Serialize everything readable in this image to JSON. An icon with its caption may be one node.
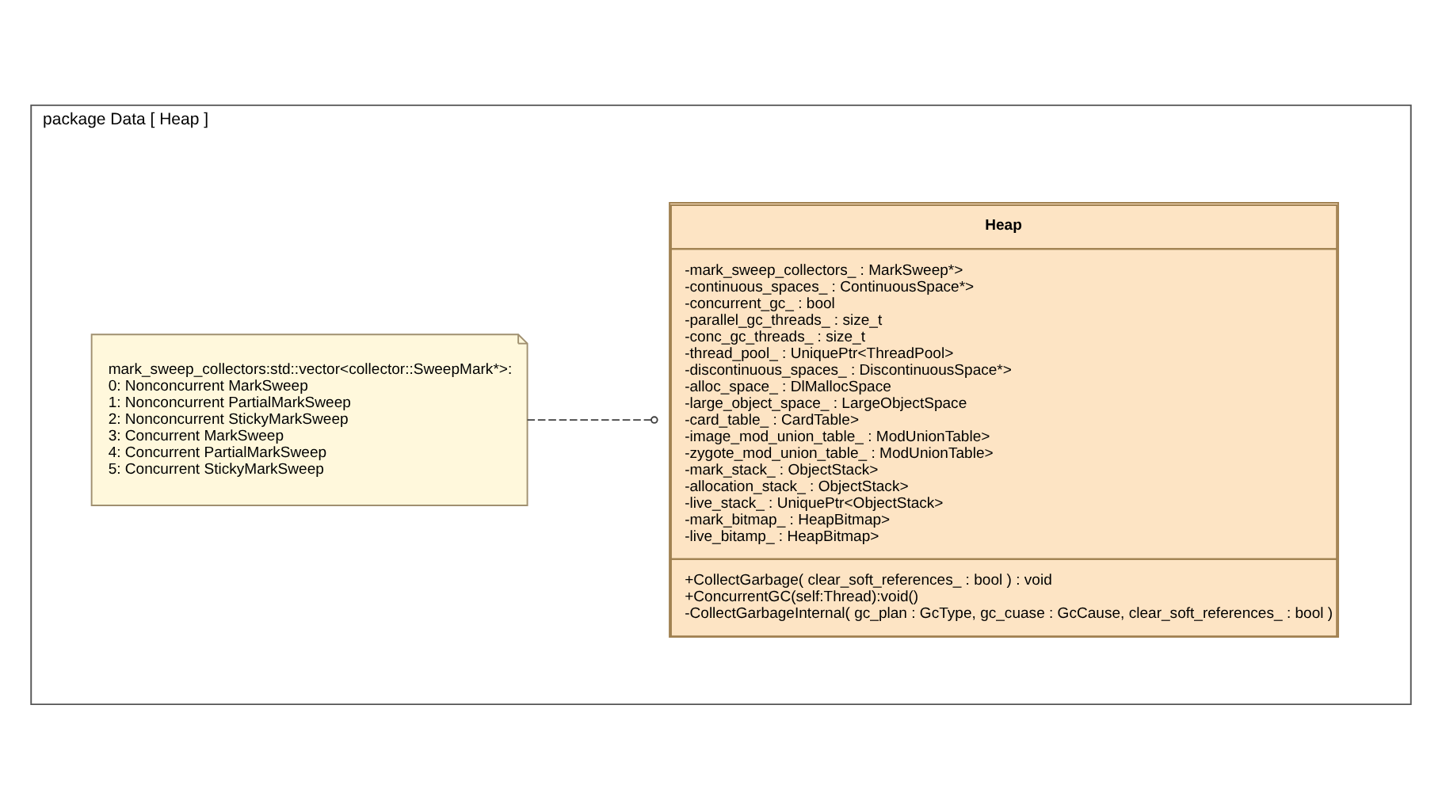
{
  "diagram": {
    "nodes": [
      {
        "text": [
          "package Data [ Heap ]"
        ]
      },
      {
        "text": [
          "Heap",
          "-mark_sweep_collectors_ : MarkSweep*>",
          "-continuous_spaces_ : ContinuousSpace*>",
          "-concurrent_gc_ : bool",
          "-parallel_gc_threads_ : size_t",
          "-conc_gc_threads_ : size_t",
          "-thread_pool_ : UniquePtr<ThreadPool>",
          "-discontinuous_spaces_ : DiscontinuousSpace*>",
          "-alloc_space_ : DlMallocSpace",
          "-large_object_space_ : LargeObjectSpace",
          "-card_table_ : CardTable>",
          "-image_mod_union_table_ : ModUnionTable>",
          "-zygote_mod_union_table_ : ModUnionTable>",
          "-mark_stack_ : ObjectStack>",
          "-allocation_stack_ : ObjectStack>",
          "-live_stack_ : UniquePtr<ObjectStack>",
          "-mark_bitmap_ : HeapBitmap>",
          "-live_bitamp_ : HeapBitmap>",
          "+CollectGarbage( clear_soft_references_ : bool ) : void",
          "+ConcurrentGC(self:Thread):void()",
          "-CollectGarbageInternal( gc_plan : GcType, gc_cuase : GcCause, clear_soft_references_ : bool )"
        ],
        "in": 0
      },
      {
        "text": [
          "mark_sweep_collectors:std::vector<collector::SweepMark*>:",
          "0: Nonconcurrent MarkSweep",
          "1: Nonconcurrent PartialMarkSweep",
          "2: Nonconcurrent StickyMarkSweep",
          "3: Concurrent MarkSweep",
          "4: Concurrent PartialMarkSweep",
          "5: Concurrent StickyMarkSweep"
        ],
        "in": 0
      }
    ],
    "edges": [
      {
        "from": 2,
        "to": 1,
        "arrow": "other",
        "style": "dashed"
      }
    ]
  }
}
